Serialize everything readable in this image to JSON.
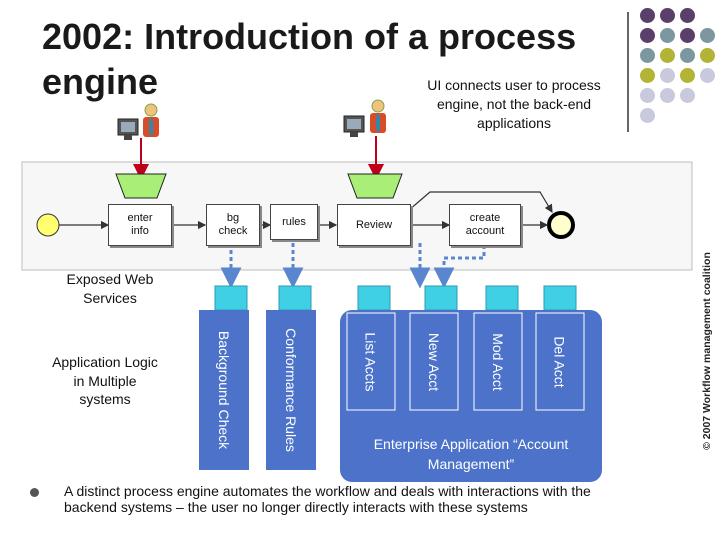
{
  "title": "2002: Introduction of a process engine",
  "callout": "UI connects user to process engine, not the back-end applications",
  "copyright": "© 2007 Workflow management coalition",
  "process": {
    "steps": [
      {
        "label": "enter info"
      },
      {
        "label": "bg check"
      },
      {
        "label": "rules"
      },
      {
        "label": "Review"
      },
      {
        "label": "create account"
      }
    ]
  },
  "left_labels": {
    "web_services": "Exposed Web Services",
    "app_logic": "Application Logic in Multiple systems"
  },
  "systems": [
    {
      "label": "Background Check"
    },
    {
      "label": "Conformance Rules"
    },
    {
      "label": "List Accts"
    },
    {
      "label": "New Acct"
    },
    {
      "label": "Mod Acct"
    },
    {
      "label": "Del Acct"
    }
  ],
  "enterprise_app": "Enterprise Application “Account Management”",
  "bullet": "A distinct process engine automates the workflow and deals with interactions with the backend systems – the user no longer directly interacts with these systems",
  "colors": {
    "purple": "#5a3f6b",
    "slate": "#7d97a0",
    "olive": "#b3b336",
    "lavender": "#c9c9dd",
    "blue_box": "#4c73c9",
    "cyan_tab": "#3fd0e6",
    "funnel": "#a8ee77",
    "start_event": "#ffff70",
    "end_event": "#ffffcc",
    "arrow_red": "#c0001a",
    "dashed_blue": "#5a86cf"
  }
}
